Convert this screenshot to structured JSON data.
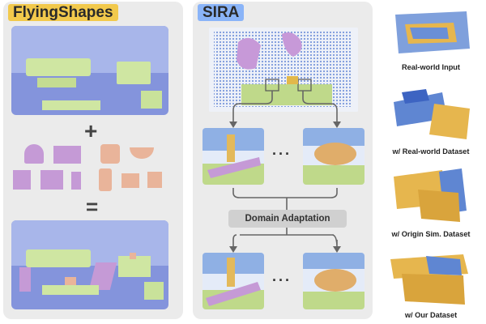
{
  "left_panel": {
    "title": "FlyingShapes",
    "plus": "+",
    "equals": "="
  },
  "middle_panel": {
    "title": "SIRA",
    "ellipsis_top": "···",
    "ellipsis_bottom": "···",
    "domain_adaptation": "Domain Adaptation"
  },
  "right_panel": {
    "captions": [
      "Real-world Input",
      "w/ Real-world Dataset",
      "w/ Origin Sim. Dataset",
      "w/ Our Dataset"
    ]
  },
  "colors": {
    "room_blue": "#7d8fd6",
    "furniture_green": "#c9e29a",
    "object_purple": "#c59ad6",
    "object_peach": "#e9b49a",
    "point_blue": "#6a90d8",
    "point_yellow": "#e8b44a",
    "panel_gray": "#ebebeb"
  }
}
